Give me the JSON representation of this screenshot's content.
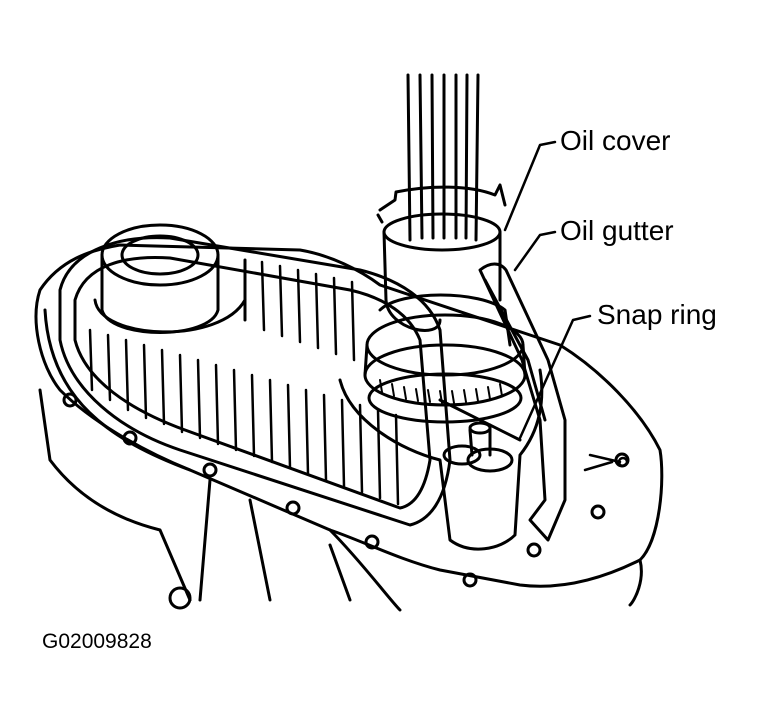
{
  "callouts": {
    "oil_cover": "Oil cover",
    "oil_gutter": "Oil gutter",
    "snap_ring": "Snap ring"
  },
  "figure_id": "G02009828",
  "colors": {
    "ink": "#000000",
    "paper": "#ffffff"
  }
}
